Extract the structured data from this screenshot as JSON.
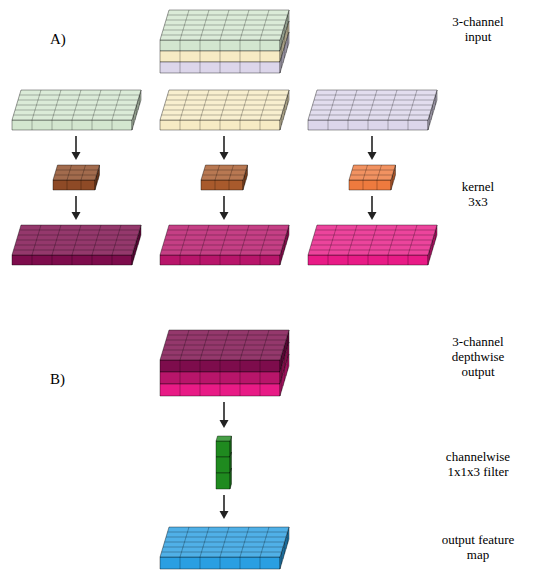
{
  "diagram": {
    "labels": [
      "A)",
      "3-channel input",
      "kernel 3x3",
      "B)",
      "3-channel depthwise output",
      "channelwise 1x1x3 filter",
      "output feature map"
    ]
  }
}
